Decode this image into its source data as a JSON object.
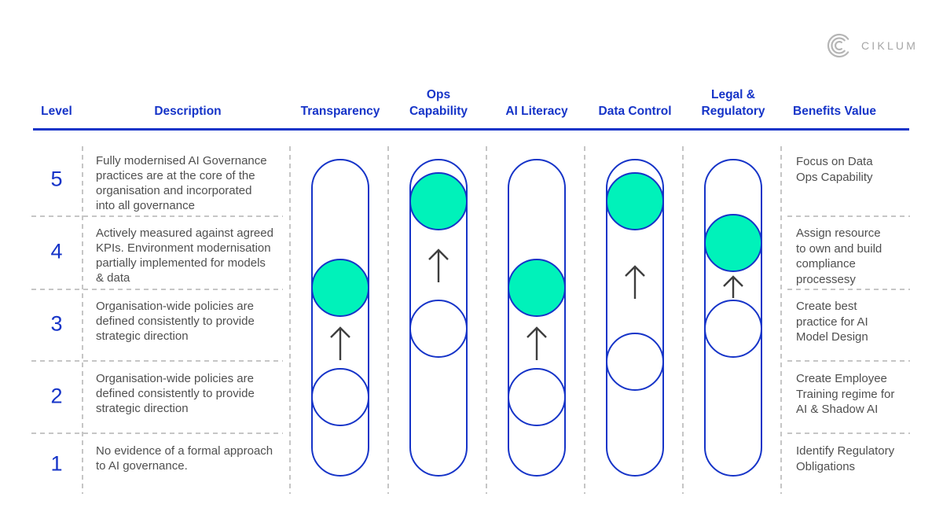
{
  "brand": {
    "logo_text": "CIKLUM"
  },
  "colors": {
    "accent_blue": "#1634c8",
    "fill_teal": "#00f2ba",
    "divider_gray": "#c6c6c6",
    "text_gray": "#4f4f4f"
  },
  "table": {
    "columns": {
      "level": "Level",
      "description": "Description",
      "benefits": "Benefits Value"
    },
    "capabilities": [
      {
        "label": "Transparency",
        "filled_level": 3.5,
        "empty_level": 2,
        "trend": "up"
      },
      {
        "label": "Ops\nCapability",
        "filled_level": 5,
        "empty_level": 3,
        "trend": "up"
      },
      {
        "label": "AI Literacy",
        "filled_level": 3.5,
        "empty_level": 2,
        "trend": "up"
      },
      {
        "label": "Data Control",
        "filled_level": 5,
        "empty_level": 2.5,
        "trend": "up"
      },
      {
        "label": "Legal &\nRegulatory",
        "filled_level": 4,
        "empty_level": 3,
        "trend": "up"
      }
    ],
    "rows": [
      {
        "level": "5",
        "description": "Fully modernised AI Governance\npractices are at the core of the\norganisation and incorporated\ninto all governance",
        "benefit": "Focus on Data\nOps Capability"
      },
      {
        "level": "4",
        "description": "Actively measured against agreed\nKPIs. Environment modernisation\npartially implemented for models\n& data",
        "benefit": "Assign resource\nto own and build\ncompliance\nprocessesy"
      },
      {
        "level": "3",
        "description": "Organisation-wide policies are\ndefined consistently to provide\nstrategic direction",
        "benefit": "Create best\npractice for AI\nModel Design"
      },
      {
        "level": "2",
        "description": "Organisation-wide policies are\ndefined consistently to provide\nstrategic direction",
        "benefit": "Create Employee\nTraining regime for\nAI & Shadow AI"
      },
      {
        "level": "1",
        "description": "No evidence of a formal approach\nto AI governance.",
        "benefit": "Identify Regulatory\nObligations"
      }
    ]
  }
}
